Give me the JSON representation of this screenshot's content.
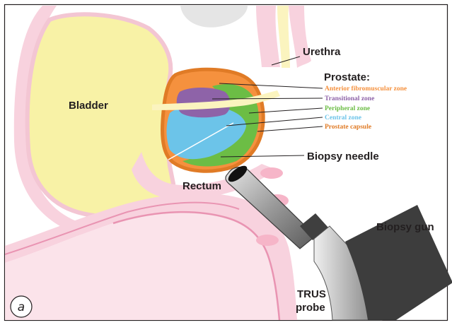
{
  "labels": {
    "bladder": "Bladder",
    "urethra": "Urethra",
    "prostate": "Prostate:",
    "biopsy_needle": "Biopsy needle",
    "rectum": "Rectum",
    "biopsy_gun": "Biopsy gun",
    "trus_line1": "TRUS",
    "trus_line2": "probe",
    "panel_letter": "a"
  },
  "prostate_zones": [
    {
      "label": "Anterior fibromuscular zone",
      "color": "#f5913e"
    },
    {
      "label": "Transitional zone",
      "color": "#8e63a8"
    },
    {
      "label": "Peripheral zone",
      "color": "#6cbd45"
    },
    {
      "label": "Central zone",
      "color": "#6cc4e9"
    },
    {
      "label": "Prostate capsule",
      "color": "#e07b26"
    }
  ],
  "colors": {
    "bladder": "#f8f2a6",
    "tissue_pink": "#f6c3d3",
    "tissue_line": "#e994b2",
    "rectum_fill": "#fbe3ea",
    "probe_body": "#7d7d7d",
    "gun_body": "#3d3d3d"
  }
}
